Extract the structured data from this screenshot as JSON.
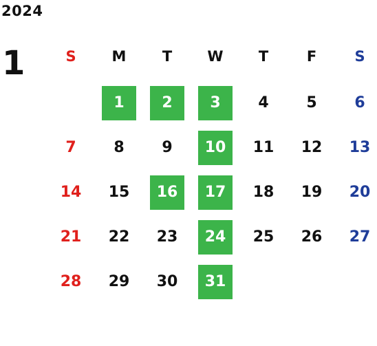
{
  "year": "2024",
  "month": "1",
  "colors": {
    "sunday": "#e0201c",
    "saturday": "#1f3d99",
    "weekday": "#111111",
    "highlight_bg": "#3cb44a",
    "highlight_text": "#ffffff"
  },
  "weekdays": [
    {
      "label": "S",
      "kind": "sun"
    },
    {
      "label": "M",
      "kind": "wk"
    },
    {
      "label": "T",
      "kind": "wk"
    },
    {
      "label": "W",
      "kind": "wk"
    },
    {
      "label": "T",
      "kind": "wk"
    },
    {
      "label": "F",
      "kind": "wk"
    },
    {
      "label": "S",
      "kind": "sat"
    }
  ],
  "weeks": [
    [
      null,
      {
        "d": "1",
        "hl": true
      },
      {
        "d": "2",
        "hl": true
      },
      {
        "d": "3",
        "hl": true
      },
      {
        "d": "4"
      },
      {
        "d": "5"
      },
      {
        "d": "6"
      }
    ],
    [
      {
        "d": "7"
      },
      {
        "d": "8"
      },
      {
        "d": "9"
      },
      {
        "d": "10",
        "hl": true
      },
      {
        "d": "11"
      },
      {
        "d": "12"
      },
      {
        "d": "13"
      }
    ],
    [
      {
        "d": "14"
      },
      {
        "d": "15"
      },
      {
        "d": "16",
        "hl": true
      },
      {
        "d": "17",
        "hl": true
      },
      {
        "d": "18"
      },
      {
        "d": "19"
      },
      {
        "d": "20"
      }
    ],
    [
      {
        "d": "21"
      },
      {
        "d": "22"
      },
      {
        "d": "23"
      },
      {
        "d": "24",
        "hl": true
      },
      {
        "d": "25"
      },
      {
        "d": "26"
      },
      {
        "d": "27"
      }
    ],
    [
      {
        "d": "28"
      },
      {
        "d": "29"
      },
      {
        "d": "30"
      },
      {
        "d": "31",
        "hl": true
      },
      null,
      null,
      null
    ]
  ]
}
